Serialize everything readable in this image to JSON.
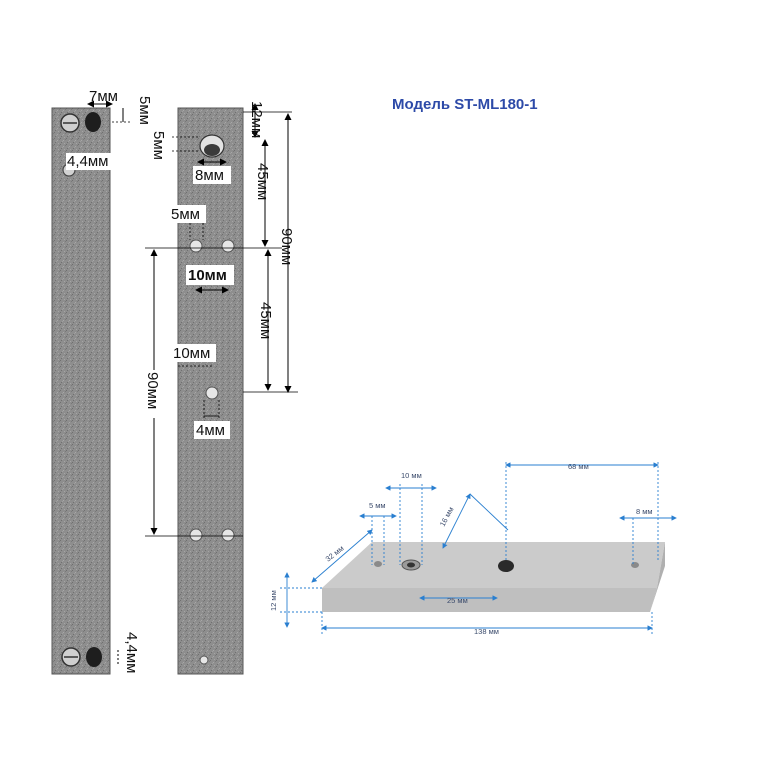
{
  "title": "Модель ST-ML180-1",
  "colors": {
    "metal": "#8c8c8c",
    "metal_dark": "#5f5f5f",
    "plate_top": "#c8c8c8",
    "plate_front": "#bdbdbd",
    "dimension_blue": "#2a7fd0",
    "title_blue": "#2d4aa8"
  },
  "left_bar": {
    "dims": {
      "width_7": "7мм",
      "offset_5": "5мм",
      "hole_44_top": "4,4мм",
      "hole_44_bottom": "4,4мм"
    }
  },
  "right_bar": {
    "dims": {
      "top_12": "12мм",
      "top_5": "5мм",
      "hole_8": "8мм",
      "span_45_top": "45мм",
      "span_90_outer": "90мм",
      "hole_5": "5мм",
      "spacing_10_bold": "10мм",
      "span_45_mid": "45мм",
      "spacing_10": "10мм",
      "span_90_inner": "90мм",
      "hole_4": "4мм"
    }
  },
  "plate_3d": {
    "dims": {
      "d10": "10 мм",
      "d68": "68 мм",
      "d5": "5 мм",
      "d16": "16 мм",
      "d8": "8 мм",
      "d32": "32 мм",
      "d12": "12 мм",
      "d25": "25 мм",
      "d138": "138 мм"
    }
  }
}
